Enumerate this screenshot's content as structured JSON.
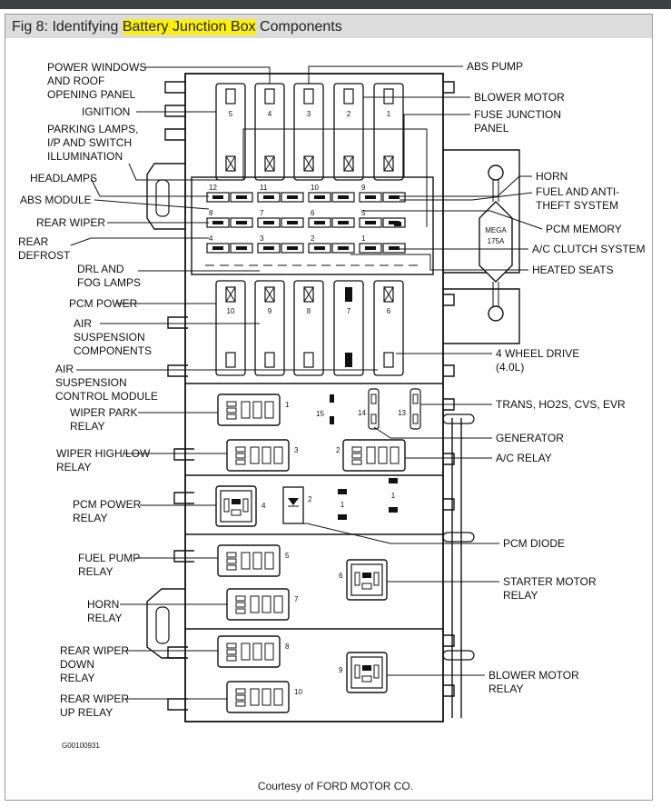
{
  "figure": {
    "caption_prefix": "Fig 8: Identifying ",
    "caption_highlight": "Battery Junction Box",
    "caption_suffix": " Components",
    "credit": "Courtesy of FORD MOTOR CO.",
    "drawing_code": "G00100931",
    "highlight_color": "#fff200"
  },
  "labels": {
    "power_windows": [
      "POWER WINDOWS",
      "AND ROOF",
      "OPENING PANEL"
    ],
    "ignition": [
      "IGNITION"
    ],
    "parking_lamps": [
      "PARKING LAMPS,",
      "I/P AND SWITCH",
      "ILLUMINATION"
    ],
    "headlamps": [
      "HEADLAMPS"
    ],
    "abs_module": [
      "ABS MODULE"
    ],
    "rear_wiper": [
      "REAR WIPER"
    ],
    "rear_defrost": [
      "REAR",
      "DEFROST"
    ],
    "drl_fog": [
      "DRL  AND",
      "FOG LAMPS"
    ],
    "pcm_power": [
      "PCM POWER"
    ],
    "air_susp_components": [
      "AIR",
      "SUSPENSION",
      "COMPONENTS"
    ],
    "air_susp_control": [
      "AIR",
      "SUSPENSION",
      "CONTROL MODULE"
    ],
    "wiper_park": [
      "WIPER PARK",
      "RELAY"
    ],
    "wiper_highlow": [
      "WIPER HIGH/LOW",
      "RELAY"
    ],
    "pcm_power_relay": [
      "PCM POWER",
      "RELAY"
    ],
    "fuel_pump_relay": [
      "FUEL PUMP",
      "RELAY"
    ],
    "horn_relay": [
      "HORN",
      "RELAY"
    ],
    "rear_wiper_down": [
      "REAR WIPER",
      "DOWN",
      "RELAY"
    ],
    "rear_wiper_up": [
      "REAR WIPER",
      "UP  RELAY"
    ],
    "abs_pump": [
      "ABS PUMP"
    ],
    "blower_motor": [
      "BLOWER MOTOR"
    ],
    "fuse_junction_panel": [
      "FUSE JUNCTION",
      "PANEL"
    ],
    "horn": [
      "HORN"
    ],
    "fuel_anti_theft": [
      "FUEL AND ANTI-",
      "THEFT SYSTEM"
    ],
    "pcm_memory": [
      "PCM MEMORY"
    ],
    "ac_clutch": [
      "A/C CLUTCH SYSTEM"
    ],
    "heated_seats": [
      "HEATED SEATS"
    ],
    "four_wheel_drive": [
      "4 WHEEL DRIVE",
      "(4.0L)"
    ],
    "trans_ho2s": [
      "TRANS, HO2S, CVS, EVR"
    ],
    "generator": [
      "GENERATOR"
    ],
    "ac_relay": [
      "A/C  RELAY"
    ],
    "pcm_diode": [
      "PCM DIODE"
    ],
    "starter_motor_relay": [
      "STARTER MOTOR",
      "RELAY"
    ],
    "blower_motor_relay": [
      "BLOWER MOTOR",
      "RELAY"
    ]
  },
  "numbers": {
    "top_fuses": [
      "5",
      "4",
      "3",
      "2",
      "1"
    ],
    "mini_fuses": [
      "12",
      "11",
      "10",
      "9",
      "8",
      "7",
      "6",
      "5",
      "4",
      "3",
      "2",
      "1"
    ],
    "maxi_fuses": [
      "10",
      "9",
      "8",
      "7",
      "6"
    ],
    "mega_fuse": [
      "MEGA",
      "175A"
    ],
    "relays": [
      "1",
      "3",
      "2",
      "4",
      "5",
      "7",
      "8",
      "10",
      "6",
      "9"
    ],
    "diode": "2",
    "small_fuses": [
      "15",
      "14",
      "13"
    ],
    "spare_slots": [
      "1",
      "1"
    ]
  }
}
